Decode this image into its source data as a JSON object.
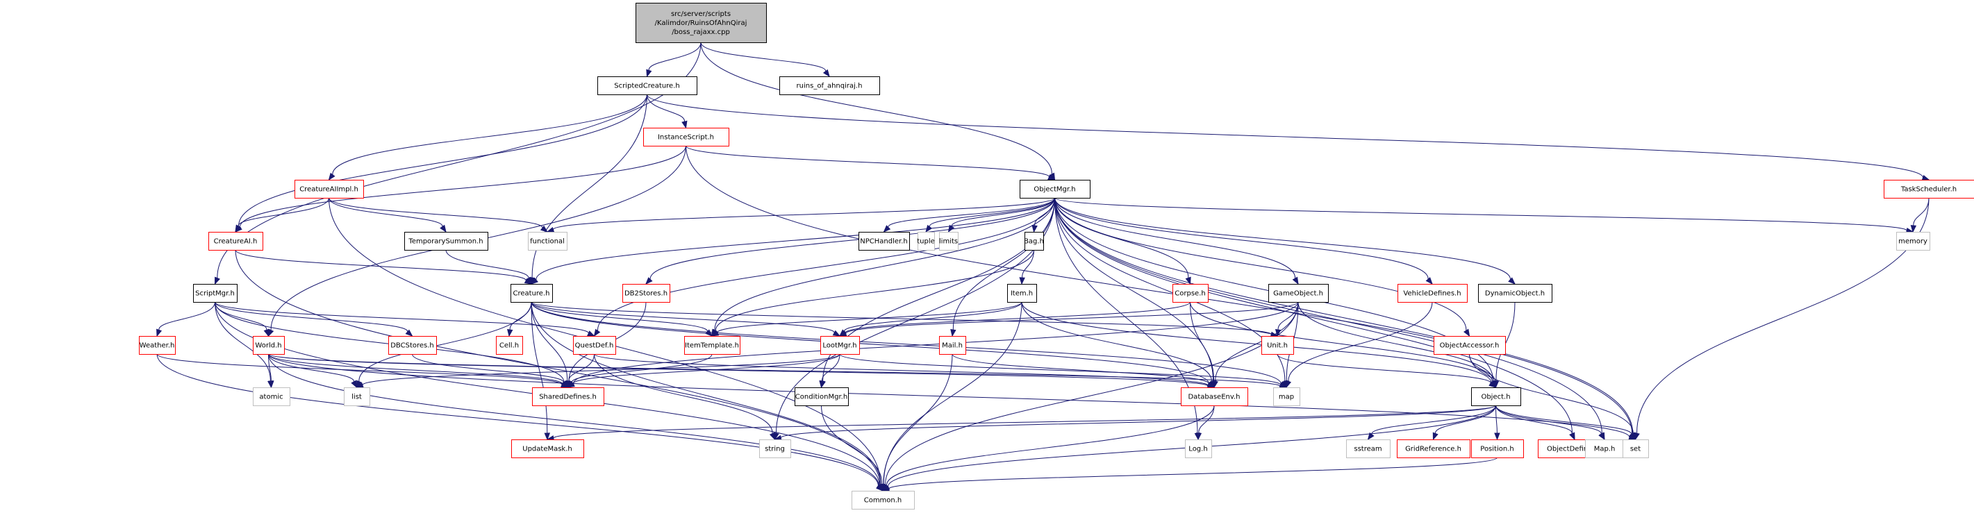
{
  "diagram": {
    "type": "include-dependency-graph",
    "root": "src/server/scripts/Kalimdor/RuinsOfAhnQiraj/boss_rajaxx.cpp",
    "legend_colors": {
      "root_fill": "#bfbfbf",
      "documented_border": "#000000",
      "truncated_border": "#ff0000",
      "external_border": "#bfbfbf",
      "edge": "#191970"
    },
    "nodes": [
      {
        "id": "root",
        "lines": [
          "src/server/scripts",
          "/Kalimdor/RuinsOfAhnQiraj",
          "/boss_rajaxx.cpp"
        ],
        "style": "root"
      },
      {
        "id": "ScriptedCreature",
        "lines": [
          "ScriptedCreature.h"
        ],
        "style": "black"
      },
      {
        "id": "ruins_of_ahnqiraj",
        "lines": [
          "ruins_of_ahnqiraj.h"
        ],
        "style": "black"
      },
      {
        "id": "InstanceScript",
        "lines": [
          "InstanceScript.h"
        ],
        "style": "red"
      },
      {
        "id": "TaskScheduler",
        "lines": [
          "TaskScheduler.h"
        ],
        "style": "red"
      },
      {
        "id": "CreatureAIImpl",
        "lines": [
          "CreatureAIImpl.h"
        ],
        "style": "red"
      },
      {
        "id": "ObjectMgr",
        "lines": [
          "ObjectMgr.h"
        ],
        "style": "black"
      },
      {
        "id": "CreatureAI",
        "lines": [
          "CreatureAI.h"
        ],
        "style": "red"
      },
      {
        "id": "TemporarySummon",
        "lines": [
          "TemporarySummon.h"
        ],
        "style": "black"
      },
      {
        "id": "functional",
        "lines": [
          "functional"
        ],
        "style": "grey"
      },
      {
        "id": "NPCHandler",
        "lines": [
          "NPCHandler.h"
        ],
        "style": "black"
      },
      {
        "id": "tuple",
        "lines": [
          "tuple"
        ],
        "style": "grey"
      },
      {
        "id": "limits",
        "lines": [
          "limits"
        ],
        "style": "grey"
      },
      {
        "id": "Bag",
        "lines": [
          "Bag.h"
        ],
        "style": "black"
      },
      {
        "id": "memory",
        "lines": [
          "memory"
        ],
        "style": "grey"
      },
      {
        "id": "ScriptMgr",
        "lines": [
          "ScriptMgr.h"
        ],
        "style": "black"
      },
      {
        "id": "Creature",
        "lines": [
          "Creature.h"
        ],
        "style": "black"
      },
      {
        "id": "DB2Stores",
        "lines": [
          "DB2Stores.h"
        ],
        "style": "red"
      },
      {
        "id": "Item",
        "lines": [
          "Item.h"
        ],
        "style": "black"
      },
      {
        "id": "Corpse",
        "lines": [
          "Corpse.h"
        ],
        "style": "red"
      },
      {
        "id": "GameObject",
        "lines": [
          "GameObject.h"
        ],
        "style": "black"
      },
      {
        "id": "VehicleDefines",
        "lines": [
          "VehicleDefines.h"
        ],
        "style": "red"
      },
      {
        "id": "DynamicObject",
        "lines": [
          "DynamicObject.h"
        ],
        "style": "black"
      },
      {
        "id": "Weather",
        "lines": [
          "Weather.h"
        ],
        "style": "red"
      },
      {
        "id": "World",
        "lines": [
          "World.h"
        ],
        "style": "red"
      },
      {
        "id": "DBCStores",
        "lines": [
          "DBCStores.h"
        ],
        "style": "red"
      },
      {
        "id": "Cell",
        "lines": [
          "Cell.h"
        ],
        "style": "red"
      },
      {
        "id": "QuestDef",
        "lines": [
          "QuestDef.h"
        ],
        "style": "red"
      },
      {
        "id": "ItemTemplate",
        "lines": [
          "ItemTemplate.h"
        ],
        "style": "red"
      },
      {
        "id": "LootMgr",
        "lines": [
          "LootMgr.h"
        ],
        "style": "red"
      },
      {
        "id": "Mail",
        "lines": [
          "Mail.h"
        ],
        "style": "red"
      },
      {
        "id": "Unit",
        "lines": [
          "Unit.h"
        ],
        "style": "red"
      },
      {
        "id": "ObjectAccessor",
        "lines": [
          "ObjectAccessor.h"
        ],
        "style": "red"
      },
      {
        "id": "atomic",
        "lines": [
          "atomic"
        ],
        "style": "grey"
      },
      {
        "id": "list",
        "lines": [
          "list"
        ],
        "style": "grey"
      },
      {
        "id": "SharedDefines",
        "lines": [
          "SharedDefines.h"
        ],
        "style": "red"
      },
      {
        "id": "ConditionMgr",
        "lines": [
          "ConditionMgr.h"
        ],
        "style": "black"
      },
      {
        "id": "DatabaseEnv",
        "lines": [
          "DatabaseEnv.h"
        ],
        "style": "red"
      },
      {
        "id": "map",
        "lines": [
          "map"
        ],
        "style": "grey"
      },
      {
        "id": "Object",
        "lines": [
          "Object.h"
        ],
        "style": "black"
      },
      {
        "id": "UpdateMask",
        "lines": [
          "UpdateMask.h"
        ],
        "style": "red"
      },
      {
        "id": "string",
        "lines": [
          "string"
        ],
        "style": "grey"
      },
      {
        "id": "Log",
        "lines": [
          "Log.h"
        ],
        "style": "grey"
      },
      {
        "id": "sstream",
        "lines": [
          "sstream"
        ],
        "style": "grey"
      },
      {
        "id": "GridReference",
        "lines": [
          "GridReference.h"
        ],
        "style": "red"
      },
      {
        "id": "Position",
        "lines": [
          "Position.h"
        ],
        "style": "red"
      },
      {
        "id": "ObjectDefines",
        "lines": [
          "ObjectDefines.h"
        ],
        "style": "red"
      },
      {
        "id": "MapH",
        "lines": [
          "Map.h"
        ],
        "style": "grey"
      },
      {
        "id": "set",
        "lines": [
          "set"
        ],
        "style": "grey"
      },
      {
        "id": "Common",
        "lines": [
          "Common.h"
        ],
        "style": "grey"
      }
    ],
    "edges": [
      [
        "root",
        "ScriptedCreature"
      ],
      [
        "root",
        "ruins_of_ahnqiraj"
      ],
      [
        "root",
        "ObjectMgr"
      ],
      [
        "root",
        "ScriptMgr"
      ],
      [
        "ScriptedCreature",
        "InstanceScript"
      ],
      [
        "ScriptedCreature",
        "TaskScheduler"
      ],
      [
        "ScriptedCreature",
        "CreatureAIImpl"
      ],
      [
        "ScriptedCreature",
        "CreatureAI"
      ],
      [
        "ScriptedCreature",
        "Creature"
      ],
      [
        "InstanceScript",
        "ObjectMgr"
      ],
      [
        "InstanceScript",
        "CreatureAI"
      ],
      [
        "InstanceScript",
        "World"
      ],
      [
        "InstanceScript",
        "set"
      ],
      [
        "TaskScheduler",
        "memory"
      ],
      [
        "TaskScheduler",
        "set"
      ],
      [
        "CreatureAIImpl",
        "CreatureAI"
      ],
      [
        "CreatureAIImpl",
        "TemporarySummon"
      ],
      [
        "CreatureAIImpl",
        "functional"
      ],
      [
        "CreatureAIImpl",
        "Common"
      ],
      [
        "CreatureAI",
        "Creature"
      ],
      [
        "CreatureAI",
        "Common"
      ],
      [
        "TemporarySummon",
        "Creature"
      ],
      [
        "ObjectMgr",
        "functional"
      ],
      [
        "ObjectMgr",
        "NPCHandler"
      ],
      [
        "ObjectMgr",
        "tuple"
      ],
      [
        "ObjectMgr",
        "limits"
      ],
      [
        "ObjectMgr",
        "Bag"
      ],
      [
        "ObjectMgr",
        "memory"
      ],
      [
        "ObjectMgr",
        "Creature"
      ],
      [
        "ObjectMgr",
        "DB2Stores"
      ],
      [
        "ObjectMgr",
        "Corpse"
      ],
      [
        "ObjectMgr",
        "GameObject"
      ],
      [
        "ObjectMgr",
        "VehicleDefines"
      ],
      [
        "ObjectMgr",
        "DynamicObject"
      ],
      [
        "ObjectMgr",
        "QuestDef"
      ],
      [
        "ObjectMgr",
        "ItemTemplate"
      ],
      [
        "ObjectMgr",
        "Mail"
      ],
      [
        "ObjectMgr",
        "ObjectAccessor"
      ],
      [
        "ObjectMgr",
        "ConditionMgr"
      ],
      [
        "ObjectMgr",
        "DatabaseEnv"
      ],
      [
        "ObjectMgr",
        "map"
      ],
      [
        "ObjectMgr",
        "Object"
      ],
      [
        "ObjectMgr",
        "string"
      ],
      [
        "ObjectMgr",
        "Log"
      ],
      [
        "ObjectMgr",
        "ObjectDefines"
      ],
      [
        "ObjectMgr",
        "MapH"
      ],
      [
        "ObjectMgr",
        "set"
      ],
      [
        "Bag",
        "Item"
      ],
      [
        "Bag",
        "ItemTemplate"
      ],
      [
        "ScriptMgr",
        "Weather"
      ],
      [
        "ScriptMgr",
        "World"
      ],
      [
        "ScriptMgr",
        "DBCStores"
      ],
      [
        "ScriptMgr",
        "QuestDef"
      ],
      [
        "ScriptMgr",
        "SharedDefines"
      ],
      [
        "ScriptMgr",
        "atomic"
      ],
      [
        "ScriptMgr",
        "Common"
      ],
      [
        "Creature",
        "Cell"
      ],
      [
        "Creature",
        "ItemTemplate"
      ],
      [
        "Creature",
        "LootMgr"
      ],
      [
        "Creature",
        "Unit"
      ],
      [
        "Creature",
        "list"
      ],
      [
        "Creature",
        "UpdateMask"
      ],
      [
        "Creature",
        "SharedDefines"
      ],
      [
        "Creature",
        "DatabaseEnv"
      ],
      [
        "Creature",
        "map"
      ],
      [
        "Creature",
        "Common"
      ],
      [
        "DB2Stores",
        "SharedDefines"
      ],
      [
        "Item",
        "ItemTemplate"
      ],
      [
        "Item",
        "LootMgr"
      ],
      [
        "Item",
        "DatabaseEnv"
      ],
      [
        "Item",
        "Object"
      ],
      [
        "Item",
        "Common"
      ],
      [
        "Corpse",
        "LootMgr"
      ],
      [
        "Corpse",
        "DatabaseEnv"
      ],
      [
        "Corpse",
        "Object"
      ],
      [
        "GameObject",
        "LootMgr"
      ],
      [
        "GameObject",
        "Unit"
      ],
      [
        "GameObject",
        "SharedDefines"
      ],
      [
        "GameObject",
        "DatabaseEnv"
      ],
      [
        "GameObject",
        "map"
      ],
      [
        "GameObject",
        "Object"
      ],
      [
        "GameObject",
        "Common"
      ],
      [
        "VehicleDefines",
        "map"
      ],
      [
        "DynamicObject",
        "Object"
      ],
      [
        "Weather",
        "SharedDefines"
      ],
      [
        "Weather",
        "Common"
      ],
      [
        "World",
        "atomic"
      ],
      [
        "World",
        "list"
      ],
      [
        "World",
        "SharedDefines"
      ],
      [
        "World",
        "DatabaseEnv"
      ],
      [
        "World",
        "map"
      ],
      [
        "World",
        "set"
      ],
      [
        "World",
        "Common"
      ],
      [
        "DBCStores",
        "SharedDefines"
      ],
      [
        "QuestDef",
        "SharedDefines"
      ],
      [
        "QuestDef",
        "DatabaseEnv"
      ],
      [
        "QuestDef",
        "string"
      ],
      [
        "ItemTemplate",
        "SharedDefines"
      ],
      [
        "LootMgr",
        "ConditionMgr"
      ],
      [
        "LootMgr",
        "SharedDefines"
      ],
      [
        "LootMgr",
        "list"
      ],
      [
        "LootMgr",
        "map"
      ],
      [
        "Mail",
        "DatabaseEnv"
      ],
      [
        "Mail",
        "Common"
      ],
      [
        "Unit",
        "Object"
      ],
      [
        "ObjectAccessor",
        "Object"
      ],
      [
        "ObjectAccessor",
        "set"
      ],
      [
        "ConditionMgr",
        "Common"
      ],
      [
        "DatabaseEnv",
        "Log"
      ],
      [
        "DatabaseEnv",
        "Common"
      ],
      [
        "Object",
        "sstream"
      ],
      [
        "Object",
        "GridReference"
      ],
      [
        "Object",
        "Position"
      ],
      [
        "Object",
        "ObjectDefines"
      ],
      [
        "Object",
        "MapH"
      ],
      [
        "Object",
        "set"
      ],
      [
        "Object",
        "UpdateMask"
      ],
      [
        "Object",
        "string"
      ],
      [
        "Object",
        "Common"
      ],
      [
        "Position",
        "Common"
      ]
    ]
  }
}
